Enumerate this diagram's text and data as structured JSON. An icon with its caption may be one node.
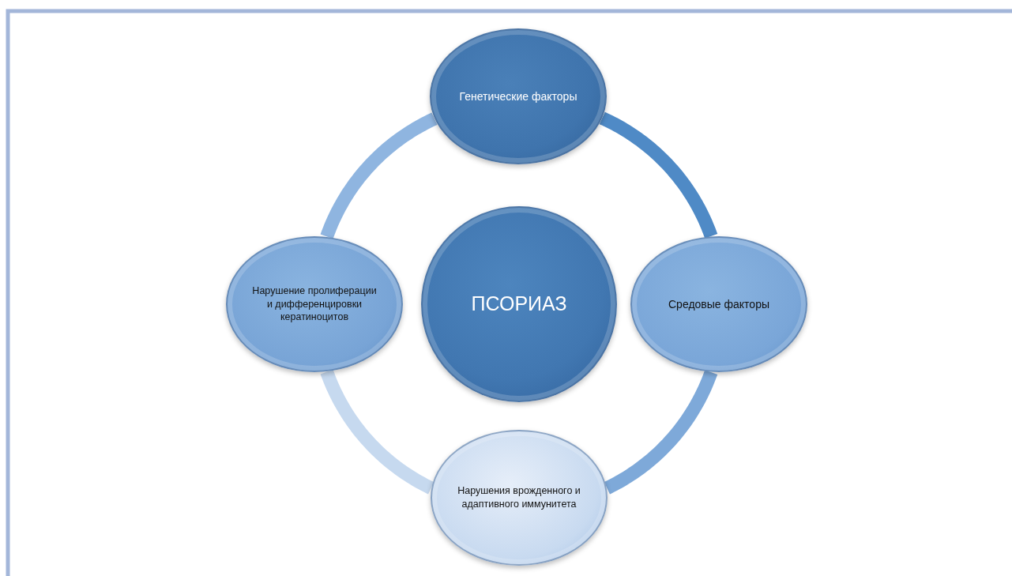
{
  "diagram": {
    "nodes": [
      {
        "text": [
          "Генетические факторы"
        ]
      },
      {
        "text": [
          "Нарушение пролиферации и дифференцировки кератиноцитов"
        ]
      },
      {
        "text": [
          "ПСОРИАЗ"
        ]
      },
      {
        "text": [
          "Средовые факторы"
        ]
      },
      {
        "text": [
          "Нарушения врожденного и адаптивного иммунитета"
        ]
      }
    ],
    "edges": [
      {
        "from": 0,
        "to": 3,
        "arrow": "none",
        "color": "#4f8ac6"
      },
      {
        "from": 3,
        "to": 4,
        "arrow": "none",
        "color": "#7ea9d9"
      },
      {
        "from": 4,
        "to": 1,
        "arrow": "none",
        "color": "#c6d9ef"
      },
      {
        "from": 1,
        "to": 0,
        "arrow": "none",
        "color": "#8fb5e0"
      }
    ]
  }
}
